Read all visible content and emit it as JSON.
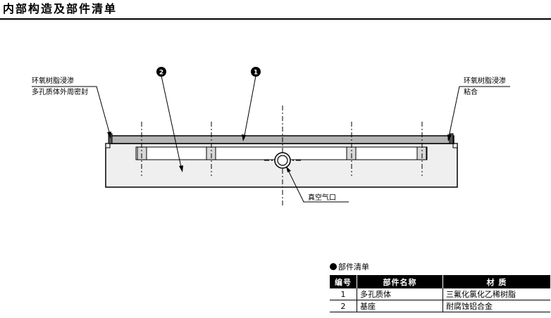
{
  "page": {
    "title": "内部构造及部件清单"
  },
  "diagram": {
    "callouts": {
      "left_seal_line1": "环氧树脂浸渗",
      "left_seal_line2": "多孔质体外周密封",
      "right_bond_line1": "环氧树脂浸渗",
      "right_bond_line2": "粘合",
      "vacuum_port": "真空气口"
    },
    "badges": {
      "porous_body": "1",
      "base": "2"
    }
  },
  "parts_list": {
    "heading": "部件清单",
    "columns": {
      "number": "编号",
      "name": "部件名称",
      "material": "材  质"
    },
    "rows": [
      {
        "number": "1",
        "name": "多孔质体",
        "material": "三氟化氯化乙稀树脂"
      },
      {
        "number": "2",
        "name": "基座",
        "material": "耐腐蚀铝合金"
      }
    ]
  }
}
